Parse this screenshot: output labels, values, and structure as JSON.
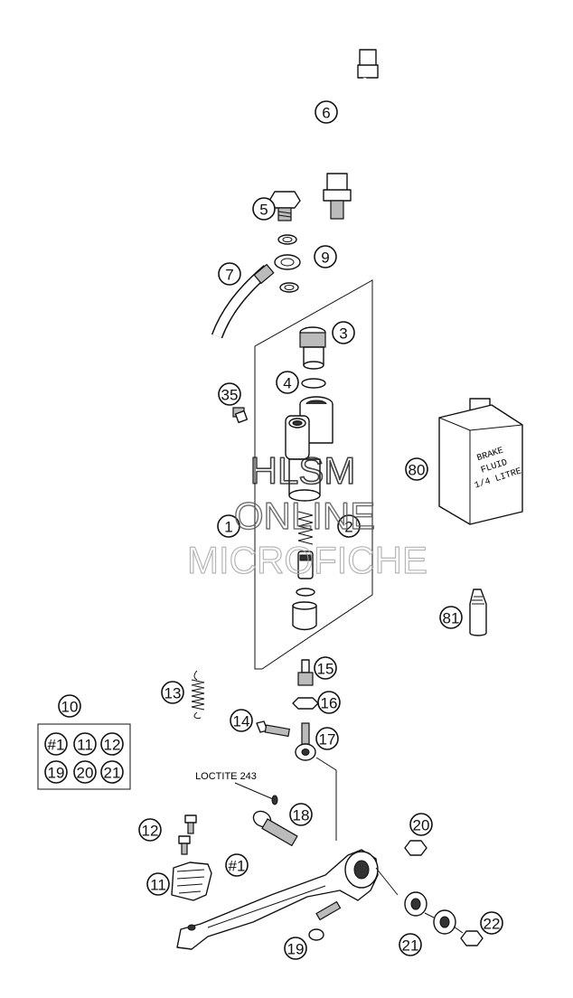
{
  "diagram": {
    "callouts": [
      {
        "id": "6",
        "label": "6"
      },
      {
        "id": "5",
        "label": "5"
      },
      {
        "id": "9",
        "label": "9"
      },
      {
        "id": "7",
        "label": "7"
      },
      {
        "id": "3",
        "label": "3"
      },
      {
        "id": "4",
        "label": "4"
      },
      {
        "id": "35",
        "label": "35"
      },
      {
        "id": "80",
        "label": "80"
      },
      {
        "id": "1",
        "label": "1"
      },
      {
        "id": "2",
        "label": "2"
      },
      {
        "id": "81",
        "label": "81"
      },
      {
        "id": "15",
        "label": "15"
      },
      {
        "id": "13",
        "label": "13"
      },
      {
        "id": "16",
        "label": "16"
      },
      {
        "id": "10",
        "label": "10"
      },
      {
        "id": "14",
        "label": "14"
      },
      {
        "id": "17",
        "label": "17"
      },
      {
        "id": "18",
        "label": "18"
      },
      {
        "id": "20",
        "label": "20"
      },
      {
        "id": "12",
        "label": "12"
      },
      {
        "id": "#1",
        "label": "#1"
      },
      {
        "id": "11",
        "label": "11"
      },
      {
        "id": "21",
        "label": "21"
      },
      {
        "id": "22",
        "label": "22"
      },
      {
        "id": "19",
        "label": "19"
      }
    ],
    "kit_items": [
      "#1",
      "11",
      "12",
      "19",
      "20",
      "21"
    ],
    "loctite_label": "LOCTITE 243",
    "brake_fluid_label": [
      "BRAKE",
      "FLUID",
      "1/4 LITRE"
    ]
  },
  "watermark": {
    "line1": "HLSM",
    "line2": "ONLINE",
    "line3": "MICROFICHE"
  }
}
